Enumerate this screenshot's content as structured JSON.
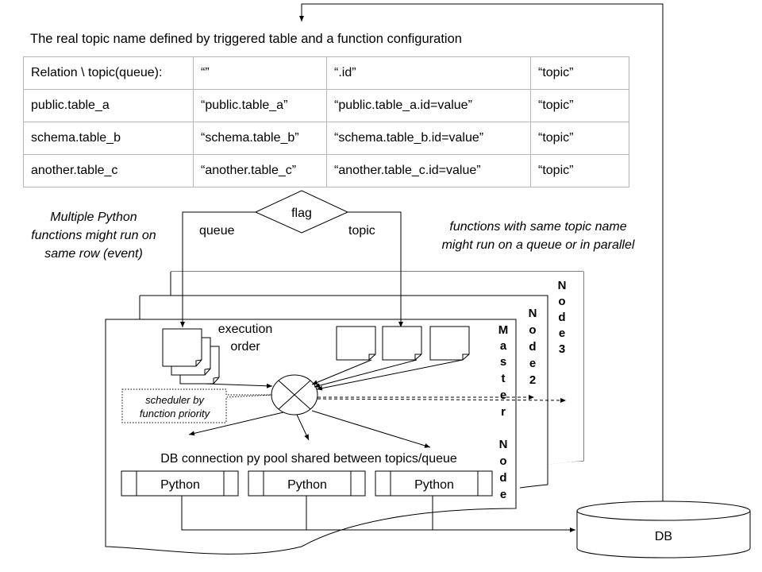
{
  "title": "The real topic name defined by triggered table and a function configuration",
  "table": {
    "header": [
      "Relation \\ topic(queue):",
      "“”",
      "“.id”",
      "“topic”"
    ],
    "rows": [
      [
        "public.table_a",
        "“public.table_a”",
        "“public.table_a.id=value”",
        "“topic”"
      ],
      [
        "schema.table_b",
        "“schema.table_b”",
        "“schema.table_b.id=value”",
        "“topic”"
      ],
      [
        "another.table_c",
        "“another.table_c”",
        "“another.table_c.id=value”",
        "“topic”"
      ]
    ]
  },
  "flag": {
    "label": "flag",
    "left_label": "queue",
    "right_label": "topic"
  },
  "notes": {
    "left": [
      "Multiple Python",
      "functions might run on",
      "same row (event)"
    ],
    "right": [
      "functions with same topic name",
      "might run on a queue or in parallel"
    ]
  },
  "nodes": {
    "node3": [
      "N",
      "o",
      "d",
      "e",
      "3"
    ],
    "node2": [
      "N",
      "o",
      "d",
      "e",
      "2"
    ],
    "master": [
      "M",
      "a",
      "s",
      "t",
      "e",
      "r",
      "",
      "N",
      "o",
      "d",
      "e"
    ]
  },
  "execution_order": [
    "execution",
    "order"
  ],
  "scheduler": [
    "scheduler by",
    "function priority"
  ],
  "pool_label": "DB connection py pool shared between topics/queue",
  "python_boxes": [
    "Python",
    "Python",
    "Python"
  ],
  "db_label": "DB"
}
